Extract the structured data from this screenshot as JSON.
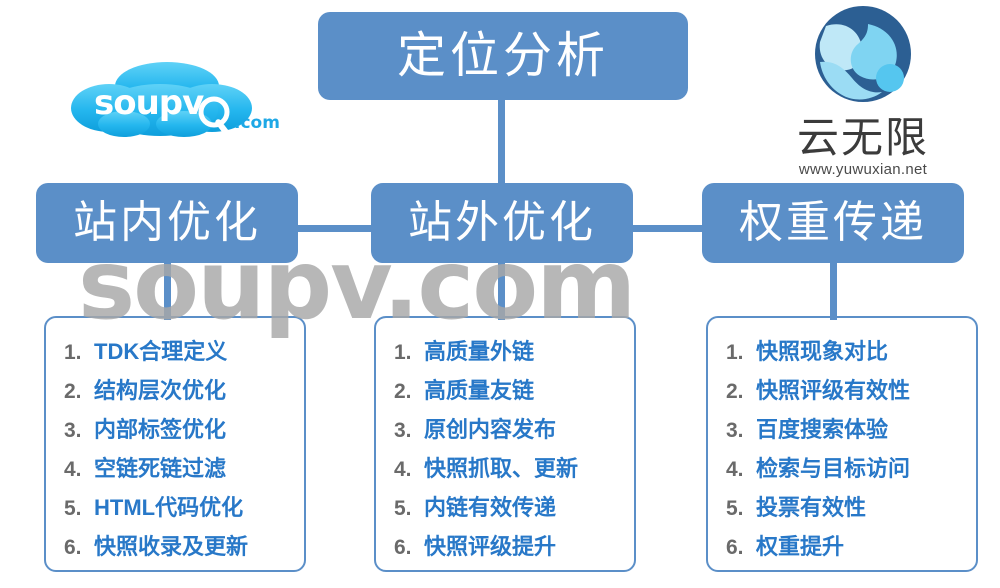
{
  "diagram": {
    "root": {
      "label": "定位分析"
    },
    "branches": [
      {
        "label": "站内优化"
      },
      {
        "label": "站外优化"
      },
      {
        "label": "权重传递"
      }
    ],
    "lists": [
      {
        "items": [
          {
            "num": "1.",
            "text": "TDK合理定义"
          },
          {
            "num": "2.",
            "text": "结构层次优化"
          },
          {
            "num": "3.",
            "text": "内部标签优化"
          },
          {
            "num": "4.",
            "text": "空链死链过滤"
          },
          {
            "num": "5.",
            "text": "HTML代码优化"
          },
          {
            "num": "6.",
            "text": "快照收录及更新"
          }
        ]
      },
      {
        "items": [
          {
            "num": "1.",
            "text": "高质量外链"
          },
          {
            "num": "2.",
            "text": "高质量友链"
          },
          {
            "num": "3.",
            "text": "原创内容发布"
          },
          {
            "num": "4.",
            "text": "快照抓取、更新"
          },
          {
            "num": "5.",
            "text": "内链有效传递"
          },
          {
            "num": "6.",
            "text": "快照评级提升"
          }
        ]
      },
      {
        "items": [
          {
            "num": "1.",
            "text": "快照现象对比"
          },
          {
            "num": "2.",
            "text": "快照评级有效性"
          },
          {
            "num": "3.",
            "text": "百度搜索体验"
          },
          {
            "num": "4.",
            "text": "检索与目标访问"
          },
          {
            "num": "5.",
            "text": "投票有效性"
          },
          {
            "num": "6.",
            "text": "权重提升"
          }
        ]
      }
    ]
  },
  "watermark": {
    "text": "soupv.com"
  },
  "logo_soupv": {
    "wordmark": "soupv",
    "tld": ".com",
    "icon": "cloud-magnifier-icon"
  },
  "logo_yuwuxian": {
    "name": "云无限",
    "url": "www.yuwuxian.net",
    "icon": "circle-sprout-icon"
  },
  "colors": {
    "box_blue": "#5b8fc8",
    "text_blue": "#2878c8",
    "number_gray": "#6a6a6a",
    "watermark_gray": "#a8a8a8",
    "logo_cyan": "#2bb8ef",
    "logo_deep_blue": "#2b5d8f"
  }
}
